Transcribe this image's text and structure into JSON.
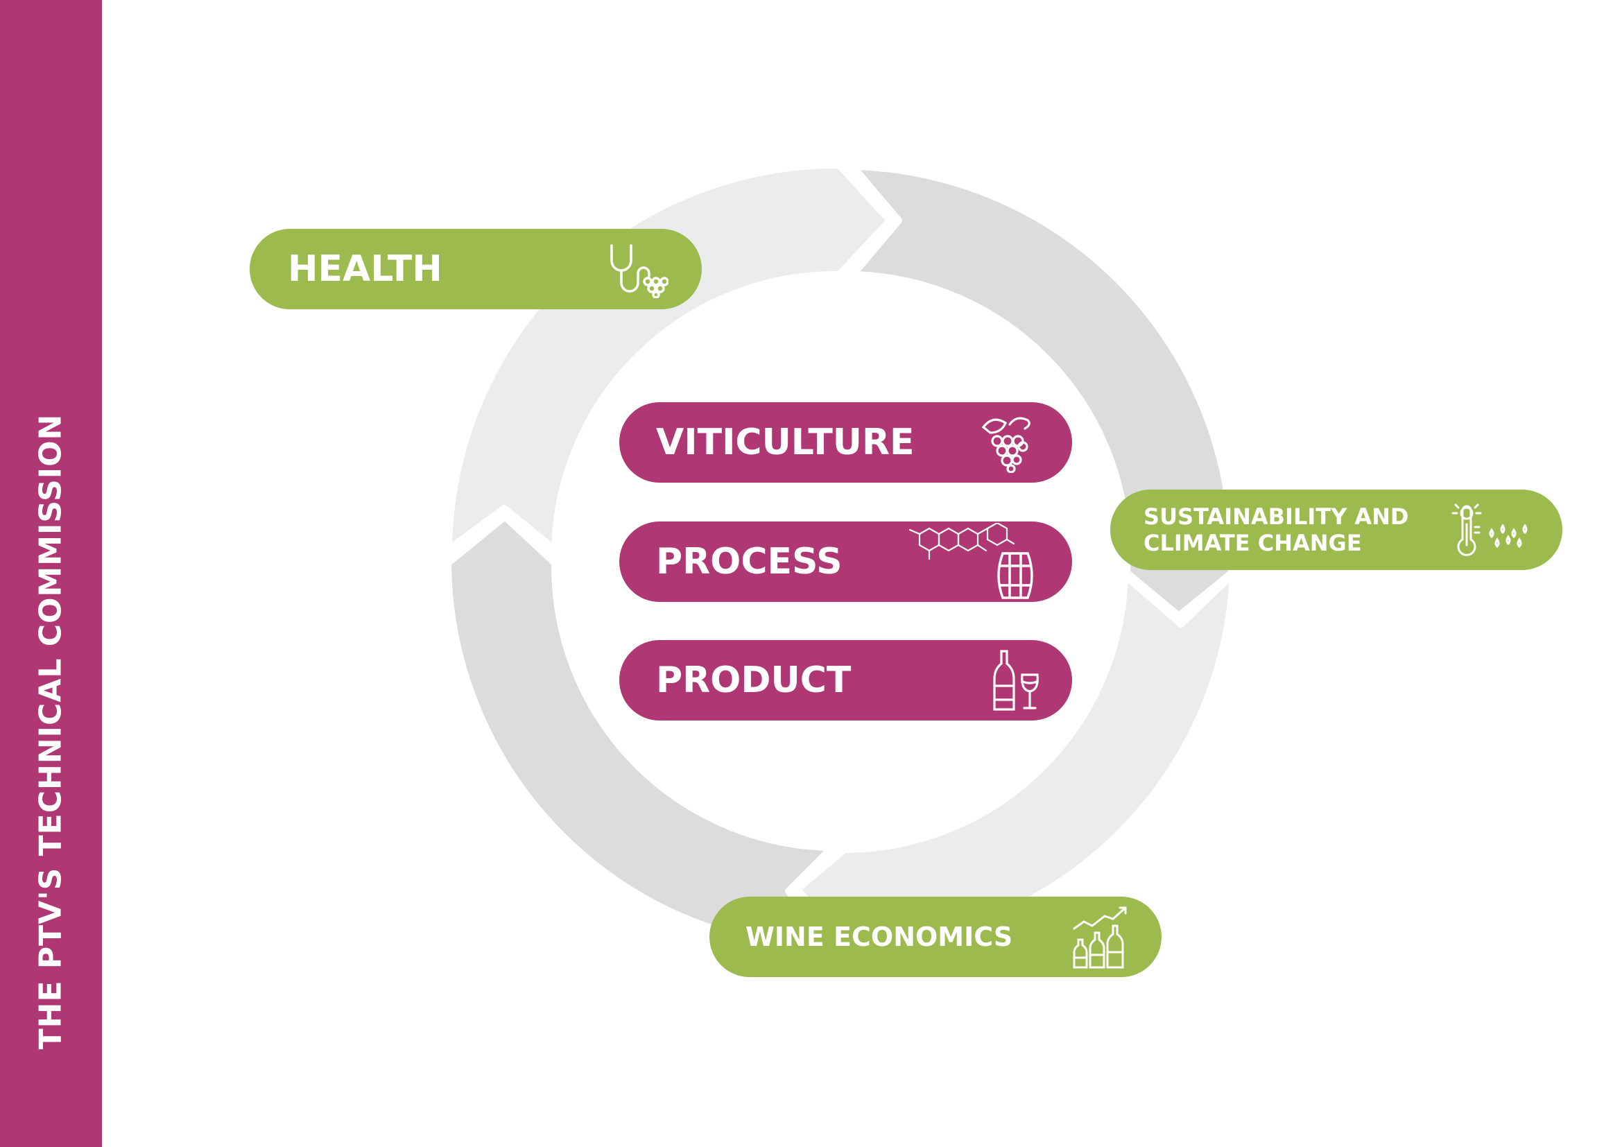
{
  "sidebar": {
    "title": "THE PTV'S TECHNICAL COMMISSION",
    "color": "#AF3773"
  },
  "colors": {
    "magenta": "#AF3773",
    "green": "#9DBA4E",
    "ring_light": "#EBECED",
    "ring_mid": "#DCDCDD"
  },
  "topics": {
    "health": {
      "label": "HEALTH",
      "icon": "stethoscope-grapes-icon"
    },
    "viticulture": {
      "label": "VITICULTURE",
      "icon": "grapes-icon"
    },
    "process": {
      "label": "PROCESS",
      "icon": "molecule-barrel-icon"
    },
    "product": {
      "label": "PRODUCT",
      "icon": "bottle-glass-icon"
    },
    "sustainability": {
      "label": "SUSTAINABILITY AND CLIMATE CHANGE",
      "icon": "thermometer-rain-icon"
    },
    "economics": {
      "label": "WINE ECONOMICS",
      "icon": "bottles-chart-icon"
    }
  }
}
